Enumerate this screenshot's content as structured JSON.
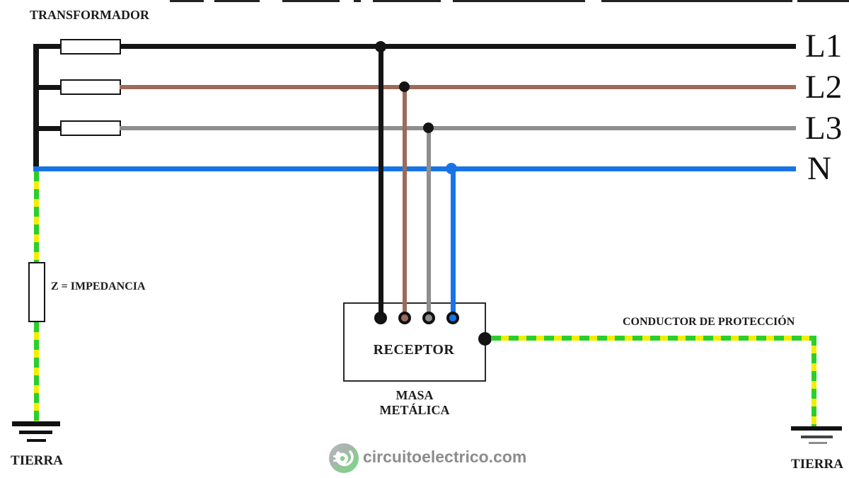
{
  "diagram": {
    "transformer_label": "TRANSFORMADOR",
    "impedance_label": "Z = IMPEDANCIA",
    "receptor_label": "RECEPTOR",
    "mass_label_line1": "MASA",
    "mass_label_line2": "METÁLICA",
    "protective_conductor_label": "CONDUCTOR DE PROTECCIÓN",
    "ground_left_label": "TIERRA",
    "ground_right_label": "TIERRA",
    "lines": [
      {
        "id": "L1",
        "label": "L1",
        "color": "#141414"
      },
      {
        "id": "L2",
        "label": "L2",
        "color": "#9c6a5a"
      },
      {
        "id": "L3",
        "label": "L3",
        "color": "#8e8e8e"
      },
      {
        "id": "N",
        "label": "N",
        "color": "#1874e6"
      }
    ]
  },
  "watermark": {
    "text": "circuitoelectrico.com",
    "logo": "plug-icon"
  },
  "colors": {
    "black": "#141414",
    "brown": "#9c6a5a",
    "gray": "#8e8e8e",
    "blue": "#1874e6",
    "earth_yellow": "#f3ee00",
    "earth_green": "#2bce2b",
    "text": "#1c1c1c",
    "watermark_gray": "#8c8c8c",
    "logo_green": "#86cf8e",
    "logo_gray": "#b9bcc0"
  },
  "top_artifact_segments": [
    [
      240,
      48
    ],
    [
      303,
      64
    ],
    [
      399,
      81
    ],
    [
      500,
      10
    ],
    [
      527,
      96
    ],
    [
      640,
      187
    ],
    [
      850,
      270
    ],
    [
      1127,
      73
    ]
  ]
}
